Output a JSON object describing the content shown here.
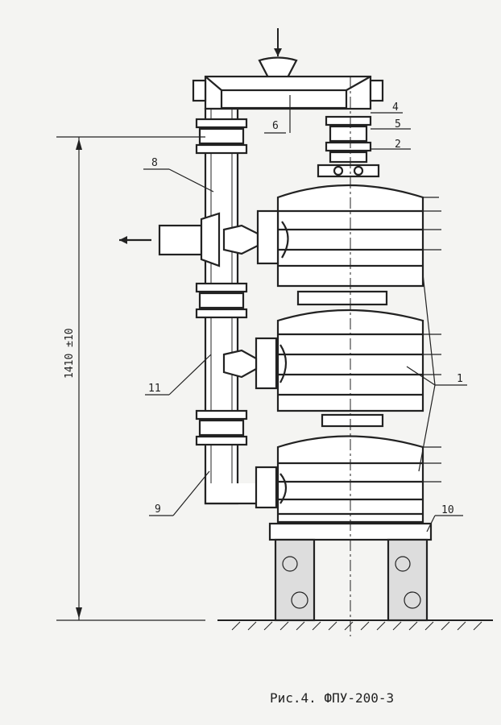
{
  "dimension": {
    "height_label": "1410 ±10"
  },
  "callouts": {
    "c1": "1",
    "c2": "2",
    "c4": "4",
    "c5": "5",
    "c6": "6",
    "c8": "8",
    "c9": "9",
    "c10": "10",
    "c11": "11"
  },
  "caption": "Рис.4. ФПУ-200-3"
}
